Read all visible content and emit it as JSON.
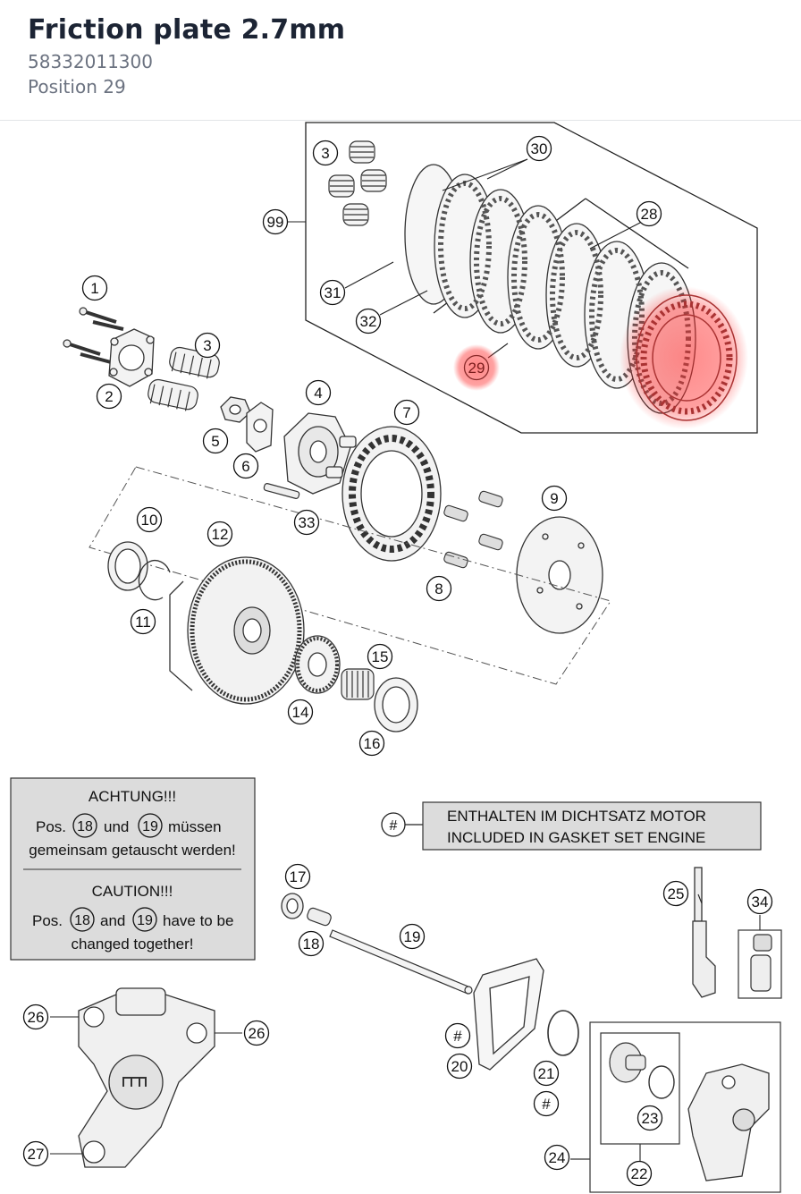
{
  "header": {
    "title": "Friction plate 2.7mm",
    "part_number": "58332011300",
    "position": "Position 29"
  },
  "highlight": {
    "position_label": "29",
    "color": "#ff3b3b"
  },
  "callouts": [
    "1",
    "2",
    "3",
    "3",
    "4",
    "5",
    "6",
    "7",
    "8",
    "9",
    "10",
    "11",
    "12",
    "14",
    "15",
    "16",
    "17",
    "18",
    "19",
    "20",
    "21",
    "22",
    "23",
    "24",
    "25",
    "26",
    "26",
    "27",
    "28",
    "29",
    "30",
    "31",
    "32",
    "33",
    "34",
    "99",
    "#",
    "#",
    "#"
  ],
  "warning_box": {
    "de_title": "ACHTUNG!!!",
    "de_pos": "Pos.",
    "de_and": "und",
    "de_suffix": "müssen",
    "de_line2": "gemeinsam getauscht werden!",
    "en_title": "CAUTION!!!",
    "en_pos": "Pos.",
    "en_and": "and",
    "en_suffix": "have to be",
    "en_line2": "changed together!",
    "ref_a": "18",
    "ref_b": "19"
  },
  "gasket_note": {
    "symbol": "#",
    "line1": "ENTHALTEN IM DICHTSATZ MOTOR",
    "line2": "INCLUDED IN GASKET SET ENGINE"
  }
}
